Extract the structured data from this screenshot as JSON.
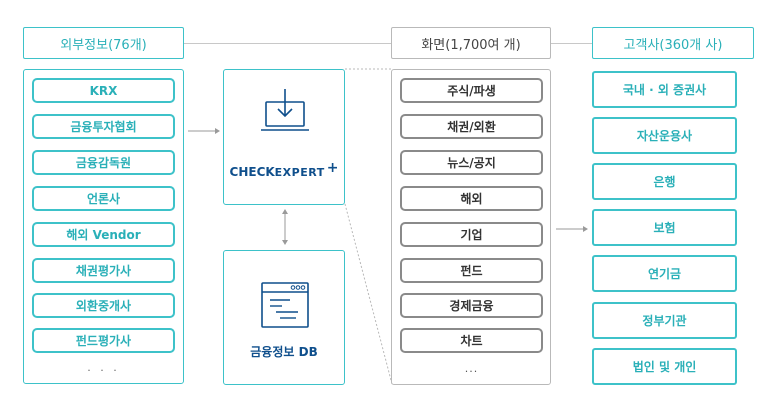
{
  "headers": {
    "external": "외부정보(76개)",
    "screens": "화면(1,700여 개)",
    "customers": "고객사(360개 사)"
  },
  "external_sources": [
    "KRX",
    "금융투자협회",
    "금융감독원",
    "언론사",
    "해외 Vendor",
    "채권평가사",
    "외환중개사",
    "펀드평가사"
  ],
  "external_more": "· · ·",
  "product": {
    "name_main": "CHECK",
    "name_rest": "EXPERT",
    "plus": "+"
  },
  "database": {
    "label": "금융정보 DB"
  },
  "screen_categories": [
    "주식/파생",
    "채권/외환",
    "뉴스/공지",
    "해외",
    "기업",
    "펀드",
    "경제금융",
    "차트"
  ],
  "screen_more": "...",
  "customer_types": [
    "국내 · 외 증권사",
    "자산운용사",
    "은행",
    "보험",
    "연기금",
    "정부기관",
    "법인 및 개인"
  ],
  "colors": {
    "teal": "#3dc2c9",
    "navy": "#0f4f8c",
    "gray": "#8a8a8a"
  },
  "icons": [
    "laptop-download-icon",
    "database-window-icon",
    "right-arrow-icon",
    "double-arrow-icon"
  ]
}
